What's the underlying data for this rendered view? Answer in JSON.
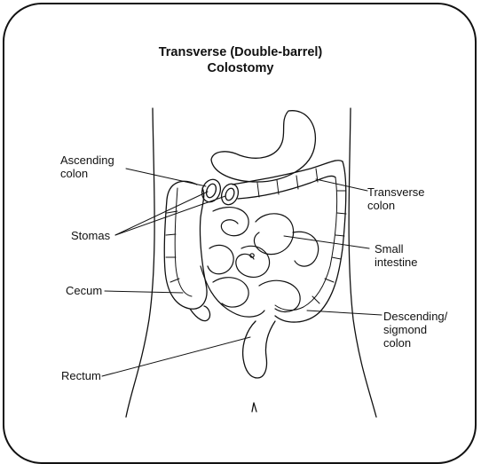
{
  "title": {
    "line1": "Transverse (Double-barrel)",
    "line2": "Colostomy"
  },
  "labels": {
    "ascending_colon": {
      "line1": "Ascending",
      "line2": "colon"
    },
    "stomas": "Stomas",
    "cecum": "Cecum",
    "rectum": "Rectum",
    "transverse_colon": {
      "line1": "Transverse",
      "line2": "colon"
    },
    "small_intestine": {
      "line1": "Small",
      "line2": "intestine"
    },
    "descending_colon": {
      "line1": "Descending/",
      "line2": "sigmond",
      "line3": "colon"
    }
  }
}
